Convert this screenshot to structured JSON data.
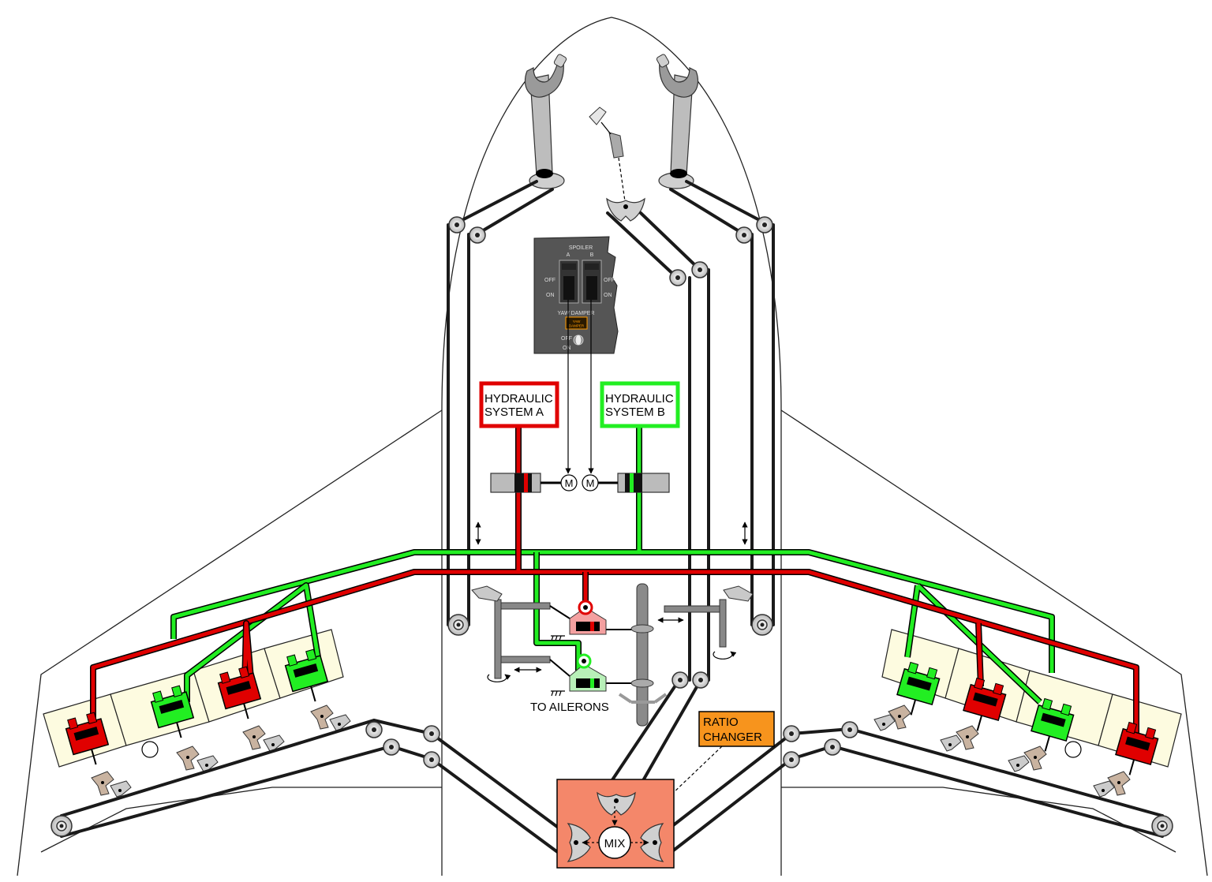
{
  "labels": {
    "spoiler": "SPOILER",
    "switch_a": "A",
    "switch_b": "B",
    "off_left": "OFF",
    "on_left": "ON",
    "off_right": "OFF",
    "on_right": "ON",
    "yaw_damper": "YAW DAMPER",
    "yaw_light_1": "YAW",
    "yaw_light_2": "DAMPER",
    "yaw_off": "OFF",
    "yaw_on": "ON",
    "hyd_a_line1": "HYDRAULIC",
    "hyd_a_line2": "SYSTEM A",
    "hyd_b_line1": "HYDRAULIC",
    "hyd_b_line2": "SYSTEM B",
    "motor_left": "M",
    "motor_right": "M",
    "to_ailerons": "TO AILERONS",
    "ratio_line1": "RATIO",
    "ratio_line2": "CHANGER",
    "mix": "MIX"
  },
  "colors": {
    "system_a": "#e00000",
    "system_b": "#22ee22",
    "panel": "#555555",
    "ratio_changer": "#f7941d",
    "mix_box": "#f4876a",
    "spoiler_bay": "#fdfbe0"
  },
  "icons": [
    "control-column-icon",
    "speedbrake-lever-icon",
    "pulley-icon",
    "cable-quadrant-icon",
    "actuator-icon",
    "motor-icon",
    "double-arrow-icon",
    "rotation-arrow-icon",
    "ground-icon"
  ]
}
